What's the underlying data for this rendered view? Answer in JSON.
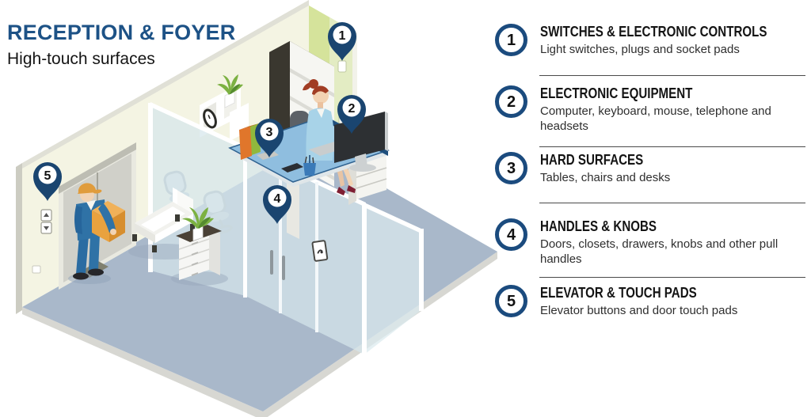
{
  "header": {
    "title": "RECEPTION & FOYER",
    "subtitle": "High-touch surfaces"
  },
  "colors": {
    "title_blue": "#1D5286",
    "pin_navy": "#1A4570",
    "legend_ring_navy": "#1B4B7E",
    "floor": "#A9B8CA",
    "wall_left_cream": "#F4F4E3",
    "wall_right_green": "#E3ECC3",
    "desk_top_blue": "#8FBEDF",
    "glass_blue": "#D5E6EC",
    "box_orange": "#E9A23F",
    "uniform_blue": "#2F72A6"
  },
  "legend": {
    "items": [
      {
        "number": "1",
        "title": "SWITCHES & ELECTRONIC CONTROLS",
        "description": "Light switches, plugs and socket pads"
      },
      {
        "number": "2",
        "title": "ELECTRONIC EQUIPMENT",
        "description": "Computer, keyboard, mouse, telephone and headsets"
      },
      {
        "number": "3",
        "title": "HARD SURFACES",
        "description": "Tables, chairs and desks"
      },
      {
        "number": "4",
        "title": "HANDLES & KNOBS",
        "description": "Doors, closets, drawers, knobs and other pull handles"
      },
      {
        "number": "5",
        "title": "ELEVATOR & TOUCH PADS",
        "description": "Elevator buttons and door touch pads"
      }
    ]
  },
  "illustration": {
    "pins": [
      {
        "number": "1"
      },
      {
        "number": "2"
      },
      {
        "number": "3"
      },
      {
        "number": "4"
      },
      {
        "number": "5"
      }
    ]
  }
}
